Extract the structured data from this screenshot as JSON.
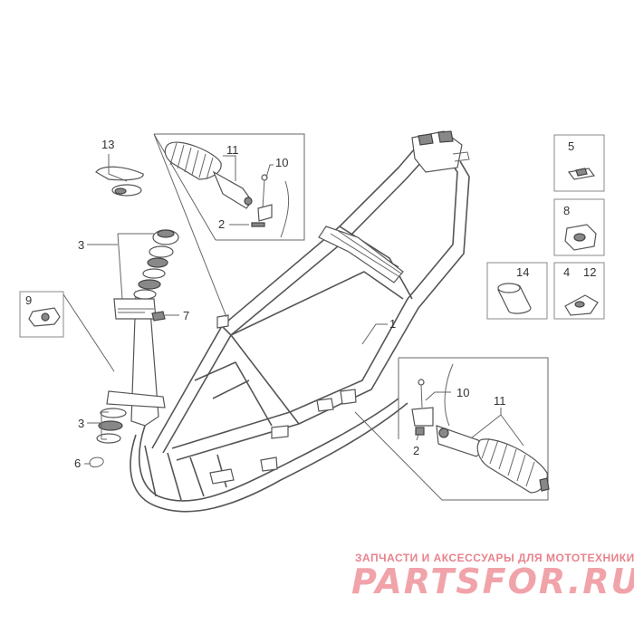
{
  "callouts": {
    "frame": "1",
    "pin_left": "2",
    "pin_right": "2",
    "bearings_upper": "3",
    "bearings_lower": "3",
    "clip_5": "5",
    "clip_wire": "6",
    "bolt_7": "7",
    "nut_8": "8",
    "bracket_9": "9",
    "bolt_left": "10",
    "bolt_right": "10",
    "footpeg_left": "11",
    "footpeg_right": "11",
    "cap_13": "13",
    "spacer_14": "14",
    "clip_4": "4",
    "clip_12": "12"
  },
  "watermark": {
    "caption": "ЗАПЧАСТИ И АКСЕССУАРЫ ДЛЯ МОТОТЕХНИКИ",
    "logo": "PARTSFOR.RU"
  }
}
